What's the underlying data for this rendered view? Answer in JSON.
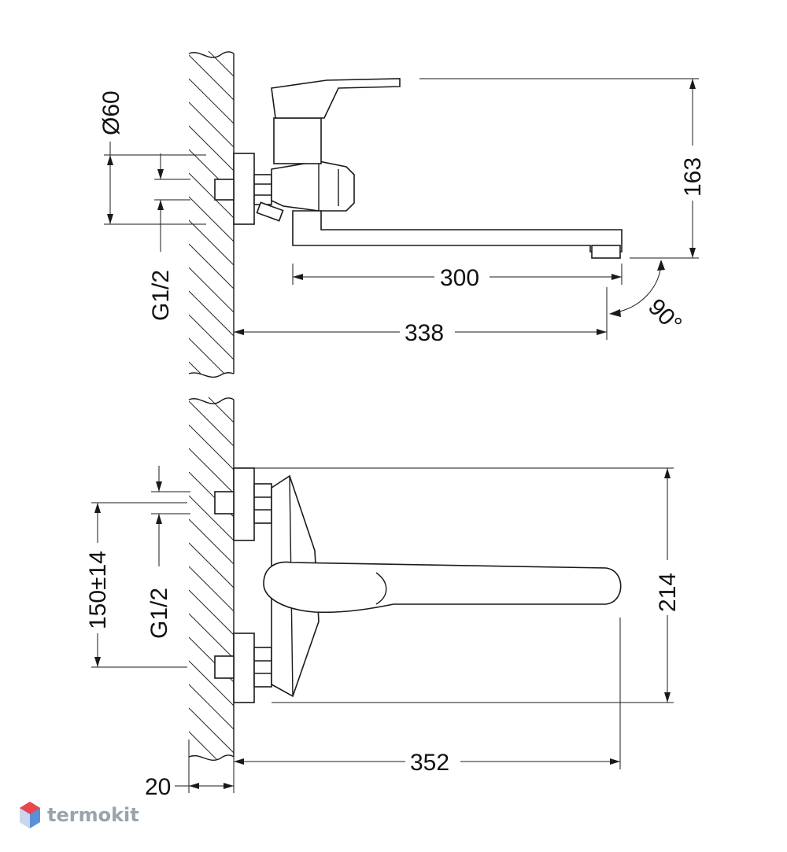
{
  "dimensions": {
    "top_view": {
      "diameter": "Ø60",
      "thread": "G1/2",
      "height": "163",
      "spout_reach": "300",
      "total_reach": "338",
      "angle": "90°"
    },
    "front_view": {
      "center_distance": "150±14",
      "thread": "G1/2",
      "height": "214",
      "total_reach": "352",
      "wall_offset": "20"
    }
  },
  "brand": {
    "name": "termokit"
  },
  "colors": {
    "line": "#1a1a1a",
    "brand_gray": "#9aa3ad",
    "brand_red": "#e8474d",
    "brand_blue": "#5b8fd9"
  }
}
